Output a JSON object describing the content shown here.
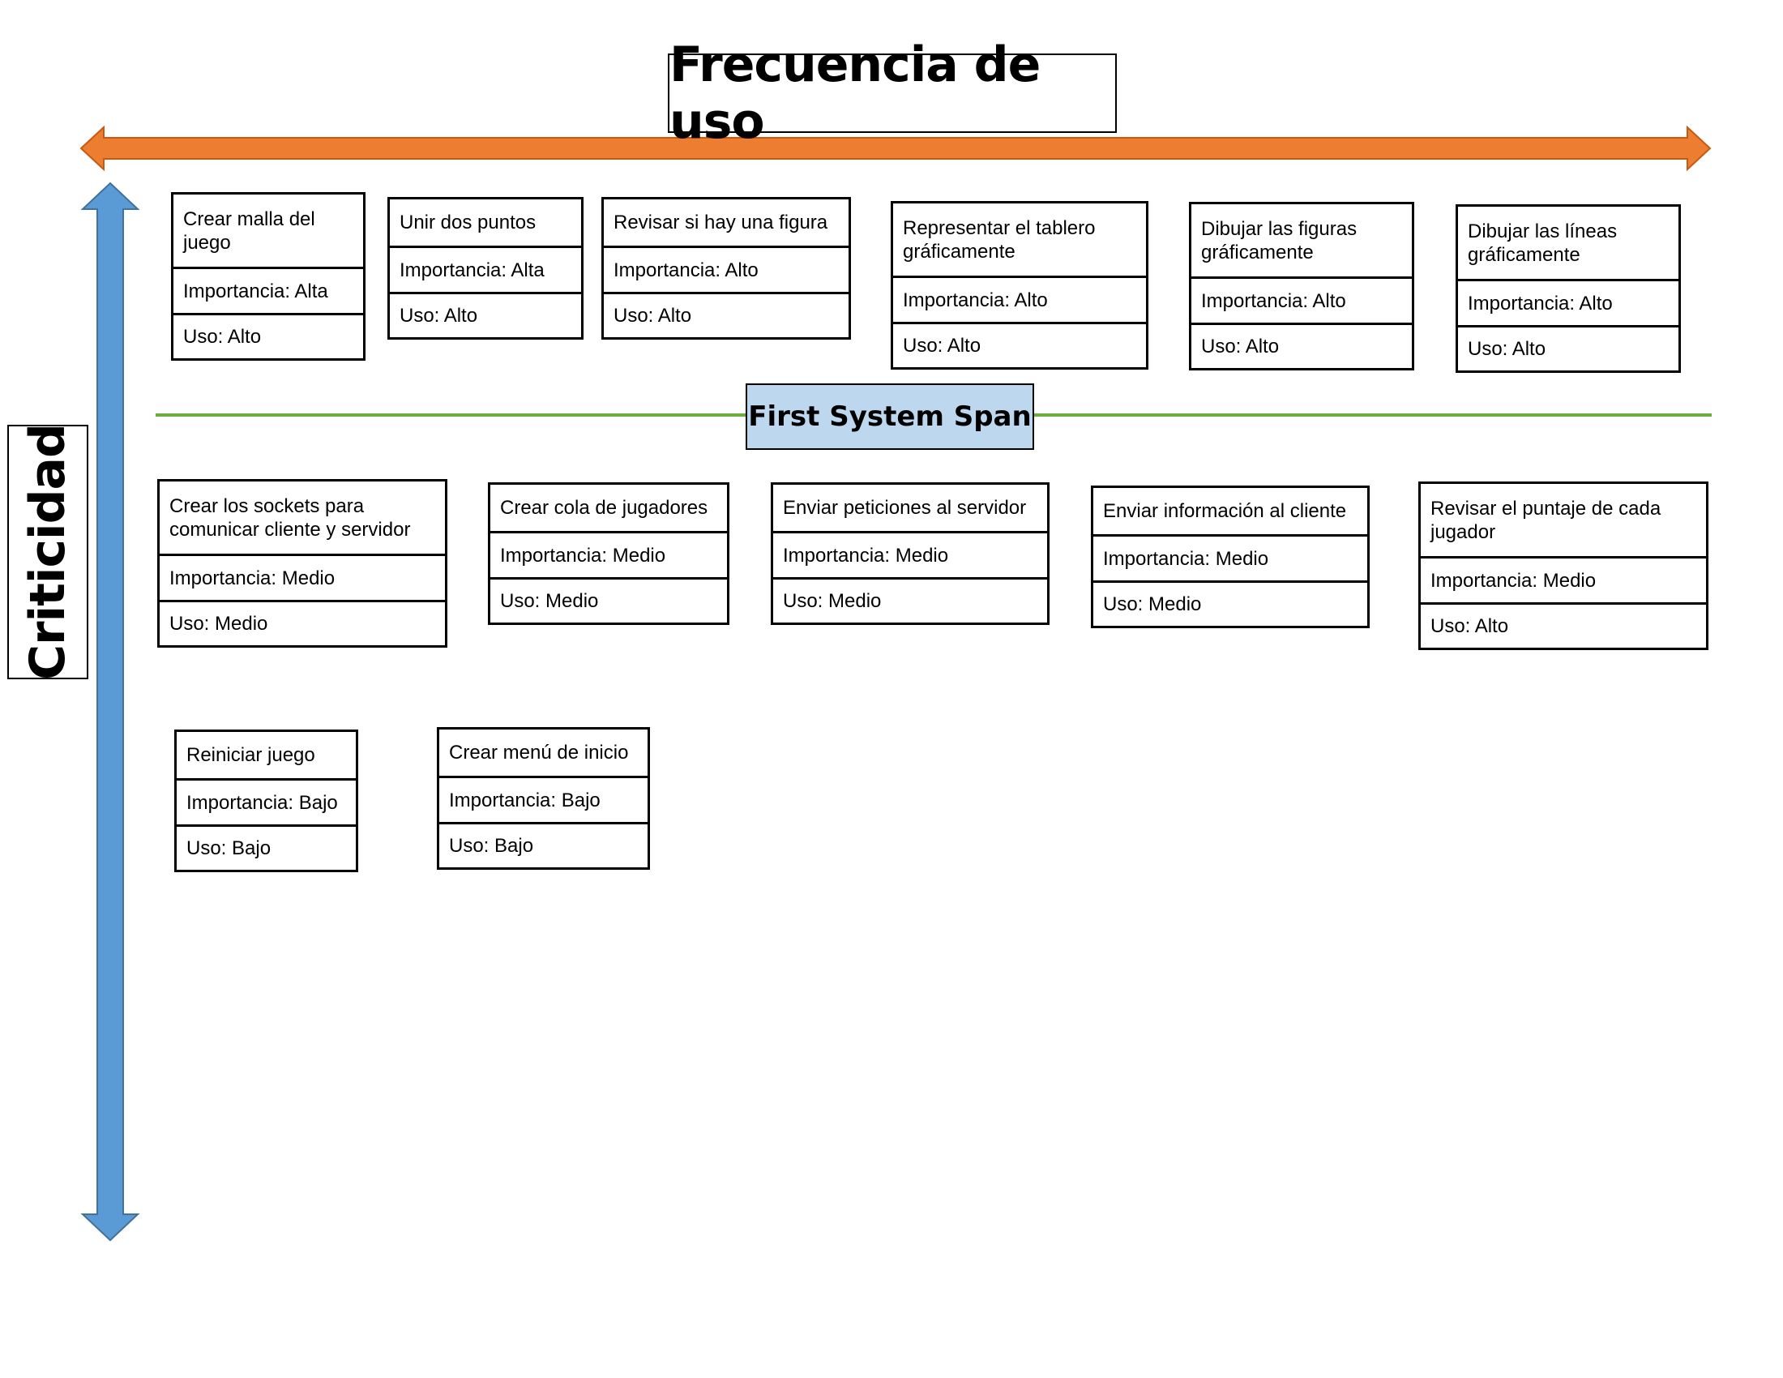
{
  "x_axis": {
    "label": "Frecuencia de uso",
    "color": "#ed7d31"
  },
  "y_axis": {
    "label": "Criticidad",
    "color": "#5b9bd5"
  },
  "system_span": {
    "label": "First System Span",
    "line_color": "#6cae3e",
    "fill_color": "#bdd7ee"
  },
  "cards": [
    {
      "title": "Crear malla del juego",
      "importancia": "Importancia: Alta",
      "uso": "Uso: Alto"
    },
    {
      "title": "Unir dos puntos",
      "importancia": "Importancia: Alta",
      "uso": "Uso: Alto"
    },
    {
      "title": "Revisar si hay una figura",
      "importancia": "Importancia: Alto",
      "uso": "Uso: Alto"
    },
    {
      "title": "Representar el tablero gráficamente",
      "importancia": "Importancia: Alto",
      "uso": "Uso: Alto"
    },
    {
      "title": "Dibujar las figuras gráficamente",
      "importancia": "Importancia: Alto",
      "uso": "Uso: Alto"
    },
    {
      "title": "Dibujar las líneas gráficamente",
      "importancia": "Importancia: Alto",
      "uso": "Uso: Alto"
    },
    {
      "title": "Crear los sockets para comunicar cliente y servidor",
      "importancia": "Importancia: Medio",
      "uso": "Uso: Medio"
    },
    {
      "title": "Crear cola de jugadores",
      "importancia": "Importancia: Medio",
      "uso": "Uso: Medio"
    },
    {
      "title": "Enviar peticiones al servidor",
      "importancia": "Importancia: Medio",
      "uso": "Uso: Medio"
    },
    {
      "title": "Enviar información al cliente",
      "importancia": "Importancia: Medio",
      "uso": "Uso: Medio"
    },
    {
      "title": "Revisar el puntaje de cada jugador",
      "importancia": "Importancia: Medio",
      "uso": "Uso: Alto"
    },
    {
      "title": "Reiniciar juego",
      "importancia": "Importancia: Bajo",
      "uso": "Uso: Bajo"
    },
    {
      "title": "Crear menú de inicio",
      "importancia": "Importancia: Bajo",
      "uso": "Uso: Bajo"
    }
  ]
}
